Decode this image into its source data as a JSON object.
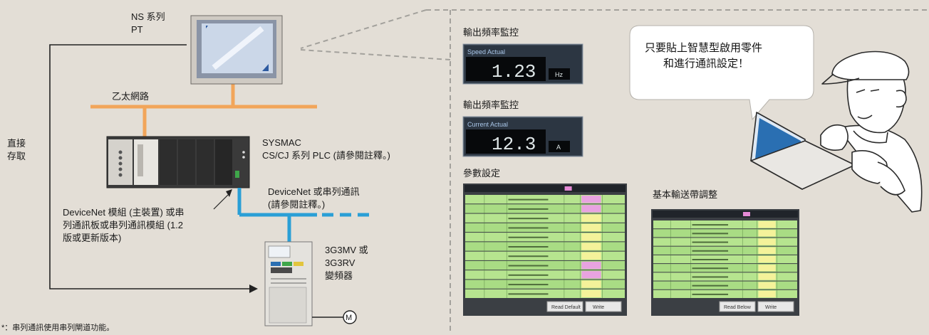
{
  "devices": {
    "pt_label_line1": "NS 系列",
    "pt_label_line2": "PT",
    "ethernet_label": "乙太網路",
    "direct_access_line1": "直接",
    "direct_access_line2": "存取",
    "plc_label_line1": "SYSMAC",
    "plc_label_line2": "CS/CJ 系列 PLC (請參閱註釋。)",
    "devicenet_label_line1": "DeviceNet 或串列通訊",
    "devicenet_label_line2": "(請參閱註釋。)",
    "module_note_line1": "DeviceNet 模組 (主裝置) 或串",
    "module_note_line2": "列通訊板或串列通訊模組 (1.2",
    "module_note_line3": "版或更新版本)",
    "inverter_line1": "3G3MV 或",
    "inverter_line2": "3G3RV",
    "inverter_line3": "變頻器",
    "motor_symbol": "M",
    "footnote": "*：串列通訊使用串列閘道功能。"
  },
  "screens": {
    "monitor1_title": "輸出頻率監控",
    "monitor1_caption": "Speed Actual",
    "monitor1_value": "1.23",
    "monitor1_unit": "Hz",
    "monitor2_title": "輸出頻率監控",
    "monitor2_caption": "Current Actual",
    "monitor2_value": "12.3",
    "monitor2_unit": "A",
    "param_title": "參數設定",
    "conveyor_title": "基本輸送帶調整",
    "table_btn_left": "Read Default",
    "table_btn_right": "Write",
    "table2_btn_left": "Read Below",
    "table2_btn_right": "Write"
  },
  "bubble": {
    "line1": "只要貼上智慧型啟用零件",
    "line2": "和進行通訊設定！"
  },
  "colors": {
    "background": "#e3ded6",
    "ethernet": "#f2a55a",
    "devicenet": "#2a9fd6",
    "dashed": "#a3a19c"
  }
}
